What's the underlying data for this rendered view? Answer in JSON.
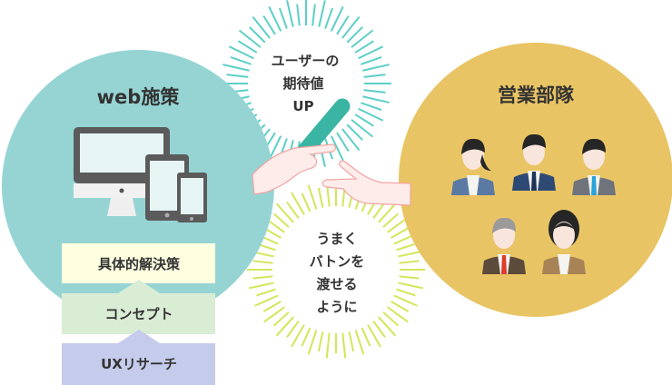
{
  "left_circle": {
    "title": "web施策",
    "color": "#96d4d4"
  },
  "right_circle": {
    "title": "営業部隊",
    "color": "#e9c464"
  },
  "stack": [
    {
      "label": "具体的解決策",
      "color": "#fdfde0"
    },
    {
      "label": "コンセプト",
      "color": "#d9ecd4"
    },
    {
      "label": "UXリサーチ",
      "color": "#c5cbeb"
    }
  ],
  "burst_top": {
    "lines": [
      "ユーザーの",
      "期待値",
      "UP"
    ],
    "color": "#5ccfc6"
  },
  "burst_bottom": {
    "lines": [
      "うまく",
      "バトンを",
      "渡せる",
      "ように"
    ],
    "color": "#d3e65a"
  },
  "baton_color": "#3bb5a3"
}
